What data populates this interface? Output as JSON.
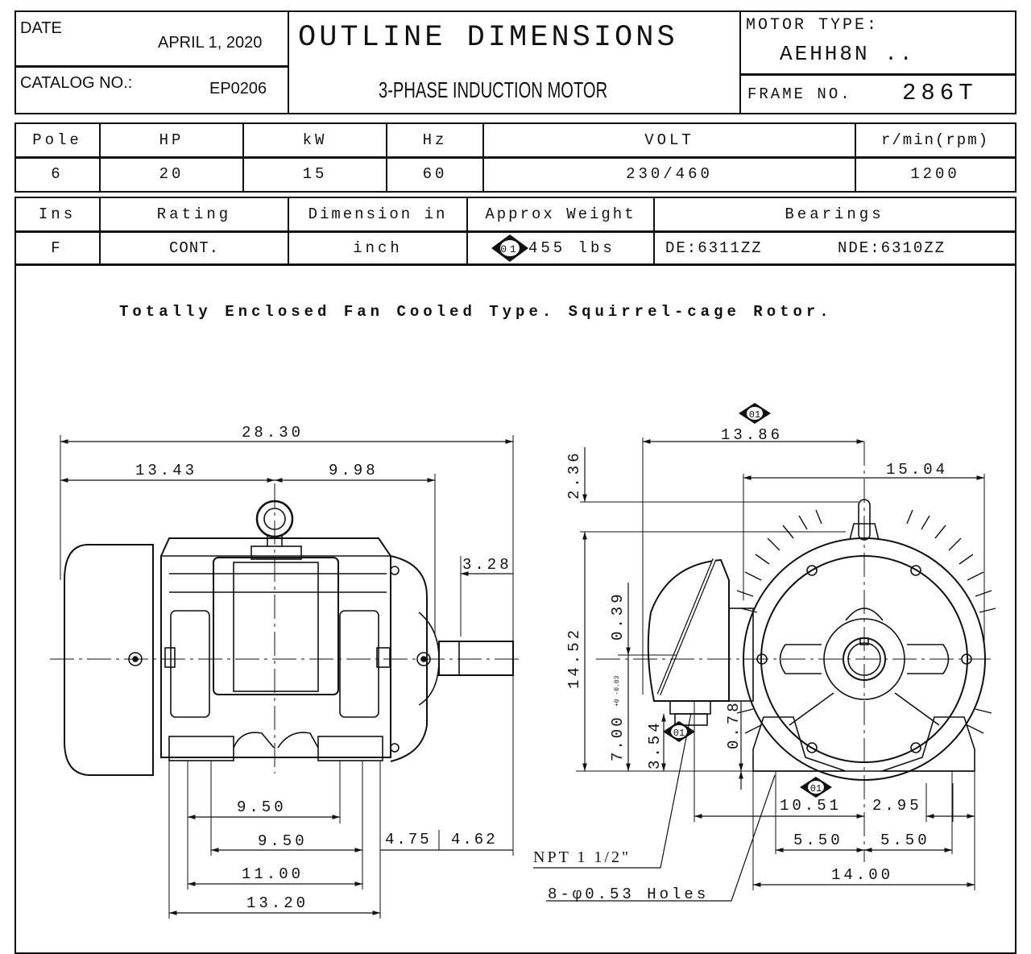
{
  "header": {
    "date_label": "DATE",
    "date_value": "APRIL 1, 2020",
    "catalog_label": "CATALOG NO.:",
    "catalog_value": "EP0206",
    "title": "OUTLINE DIMENSIONS",
    "subtitle": "3-PHASE INDUCTION MOTOR",
    "motor_type_label": "MOTOR TYPE:",
    "motor_type_value": "AEHH8N ..",
    "frame_label": "FRAME NO.",
    "frame_value": "286T"
  },
  "spec_table_1": {
    "headers": [
      "Pole",
      "HP",
      "kW",
      "Hz",
      "VOLT",
      "r/min(rpm)"
    ],
    "values": [
      "6",
      "20",
      "15",
      "60",
      "230/460",
      "1200"
    ]
  },
  "spec_table_2": {
    "headers": [
      "Ins",
      "Rating",
      "Dimension in",
      "Approx Weight",
      "Bearings"
    ],
    "values": [
      "F",
      "CONT.",
      "inch",
      "455 lbs",
      "DE:6311ZZ",
      "NDE:6310ZZ"
    ],
    "revision_marker": "01"
  },
  "description": "Totally Enclosed Fan Cooled Type. Squirrel-cage Rotor.",
  "side_view": {
    "overall_length": "28.30",
    "d_13_43": "13.43",
    "d_9_98": "9.98",
    "d_3_28": "3.28",
    "d_9_50_a": "9.50",
    "d_9_50_b": "9.50",
    "d_4_75": "4.75",
    "d_4_62": "4.62",
    "d_11_00": "11.00",
    "d_13_20": "13.20"
  },
  "end_view": {
    "d_13_86": "13.86",
    "d_15_04": "15.04",
    "d_2_36": "2.36",
    "d_14_52": "14.52",
    "d_0_39": "0.39",
    "d_7_00": "7.00",
    "d_7_00_tol": "+0 -0.03",
    "d_3_54": "3.54",
    "d_0_78": "0.78",
    "d_10_51": "10.51",
    "d_2_95": "2.95",
    "d_5_50_a": "5.50",
    "d_5_50_b": "5.50",
    "d_14_00": "14.00",
    "npt_label": "NPT 1 1/2\"",
    "holes_label": "8-φ0.53 Holes",
    "revision_marker": "01"
  }
}
